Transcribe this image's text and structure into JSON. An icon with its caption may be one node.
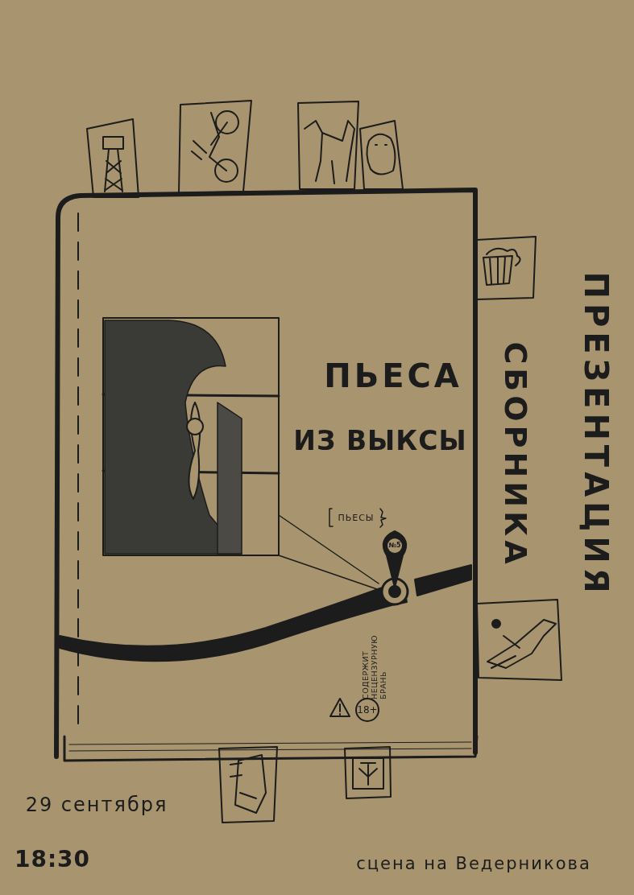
{
  "diagram": {
    "labels": [
      "ПЬЕСА",
      "ИЗ ВЫКСЫ",
      "ПЬЕСЫ",
      "ПРЕЗЕНТАЦИЯ",
      "СБОРНИКА",
      "№5",
      "СОДЕРЖИТ НЕЦЕНЗУРНУЮ БРАНЬ",
      "18+",
      "29 сентября",
      "18:30",
      "сцена на Ведерникова"
    ]
  }
}
